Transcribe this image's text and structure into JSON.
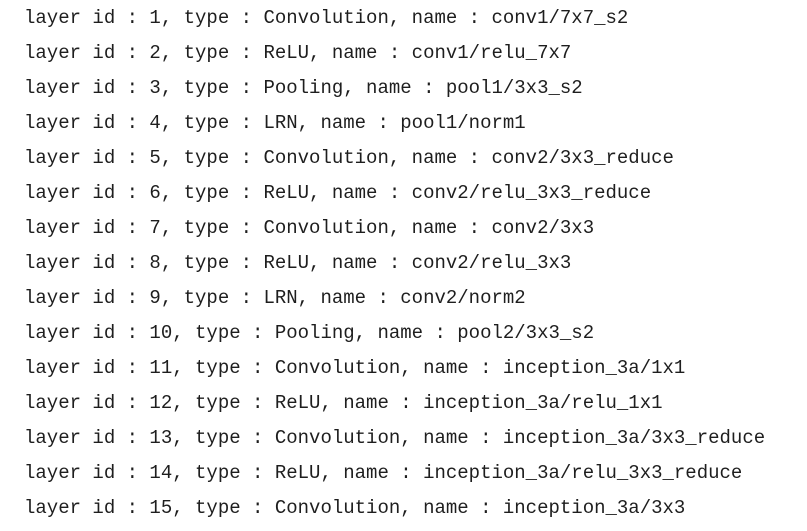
{
  "console": {
    "description": "program console output listing neural network layers",
    "lines": [
      {
        "layer_id": 1,
        "type": "Convolution",
        "name": "conv1/7x7_s2",
        "text": "layer id : 1, type : Convolution, name : conv1/7x7_s2"
      },
      {
        "layer_id": 2,
        "type": "ReLU",
        "name": "conv1/relu_7x7",
        "text": "layer id : 2, type : ReLU, name : conv1/relu_7x7"
      },
      {
        "layer_id": 3,
        "type": "Pooling",
        "name": "pool1/3x3_s2",
        "text": "layer id : 3, type : Pooling, name : pool1/3x3_s2"
      },
      {
        "layer_id": 4,
        "type": "LRN",
        "name": "pool1/norm1",
        "text": "layer id : 4, type : LRN, name : pool1/norm1"
      },
      {
        "layer_id": 5,
        "type": "Convolution",
        "name": "conv2/3x3_reduce",
        "text": "layer id : 5, type : Convolution, name : conv2/3x3_reduce"
      },
      {
        "layer_id": 6,
        "type": "ReLU",
        "name": "conv2/relu_3x3_reduce",
        "text": "layer id : 6, type : ReLU, name : conv2/relu_3x3_reduce"
      },
      {
        "layer_id": 7,
        "type": "Convolution",
        "name": "conv2/3x3",
        "text": "layer id : 7, type : Convolution, name : conv2/3x3"
      },
      {
        "layer_id": 8,
        "type": "ReLU",
        "name": "conv2/relu_3x3",
        "text": "layer id : 8, type : ReLU, name : conv2/relu_3x3"
      },
      {
        "layer_id": 9,
        "type": "LRN",
        "name": "conv2/norm2",
        "text": "layer id : 9, type : LRN, name : conv2/norm2"
      },
      {
        "layer_id": 10,
        "type": "Pooling",
        "name": "pool2/3x3_s2",
        "text": "layer id : 10, type : Pooling, name : pool2/3x3_s2"
      },
      {
        "layer_id": 11,
        "type": "Convolution",
        "name": "inception_3a/1x1",
        "text": "layer id : 11, type : Convolution, name : inception_3a/1x1"
      },
      {
        "layer_id": 12,
        "type": "ReLU",
        "name": "inception_3a/relu_1x1",
        "text": "layer id : 12, type : ReLU, name : inception_3a/relu_1x1"
      },
      {
        "layer_id": 13,
        "type": "Convolution",
        "name": "inception_3a/3x3_reduce",
        "text": "layer id : 13, type : Convolution, name : inception_3a/3x3_reduce"
      },
      {
        "layer_id": 14,
        "type": "ReLU",
        "name": "inception_3a/relu_3x3_reduce",
        "text": "layer id : 14, type : ReLU, name : inception_3a/relu_3x3_reduce"
      },
      {
        "layer_id": 15,
        "type": "Convolution",
        "name": "inception_3a/3x3",
        "text": "layer id : 15, type : Convolution, name : inception_3a/3x3"
      }
    ]
  },
  "colors": {
    "background": "#ffffff",
    "text": "#1e1e1e"
  }
}
